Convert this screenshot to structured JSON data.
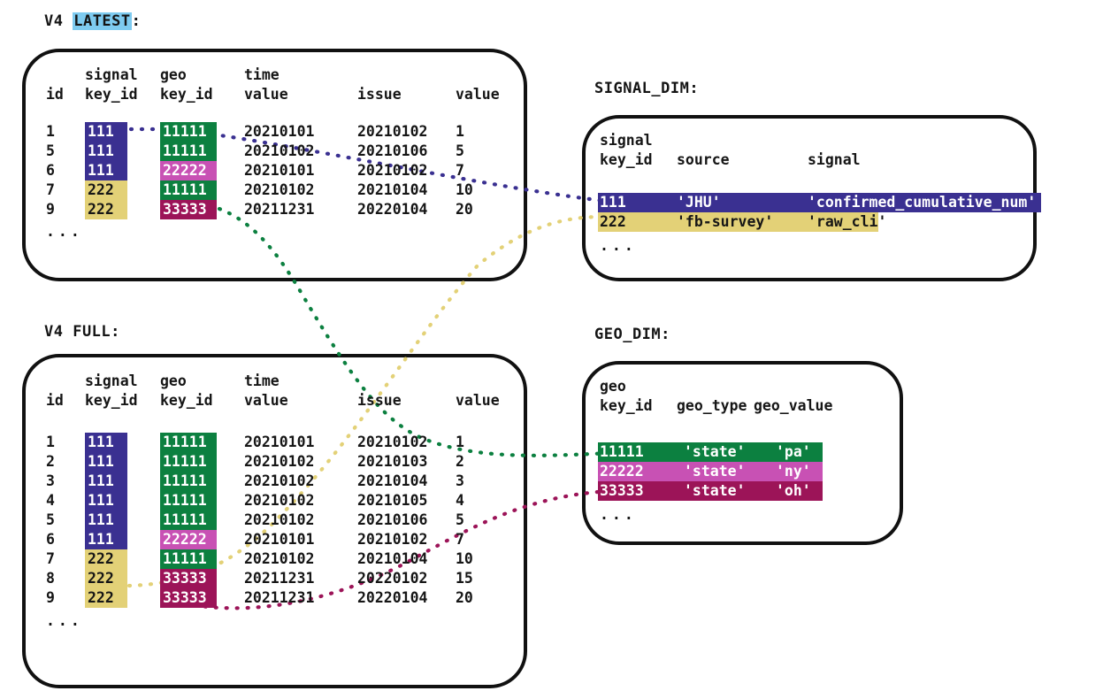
{
  "colors": {
    "signal_111": "#3a3091",
    "signal_222": "#e3d177",
    "geo_11111": "#0c8040",
    "geo_22222": "#c851b4",
    "geo_33333": "#9c1458",
    "latest_highlight": "#7ecbf0",
    "ink": "#141414",
    "link_blue": "#3a3091",
    "link_yellow": "#e3d177",
    "link_green": "#0c8040",
    "link_maroon": "#9c1458"
  },
  "captions": {
    "latest_prefix": "V4 ",
    "latest_word": "LATEST",
    "latest_suffix": ":",
    "full": "V4 FULL:",
    "signal_dim": "SIGNAL_DIM:",
    "geo_dim": "GEO_DIM:"
  },
  "latest_table": {
    "header_top": [
      "",
      "signal",
      "geo",
      "time",
      "",
      ""
    ],
    "header_bottom": [
      "id",
      "key_id",
      "key_id",
      "value",
      "issue",
      "value"
    ],
    "ellipsis": "...",
    "rows": [
      {
        "id": "1",
        "signal_key_id": "111",
        "geo_key_id": "11111",
        "time_value": "20210101",
        "issue": "20210102",
        "value": "1"
      },
      {
        "id": "5",
        "signal_key_id": "111",
        "geo_key_id": "11111",
        "time_value": "20210102",
        "issue": "20210106",
        "value": "5"
      },
      {
        "id": "6",
        "signal_key_id": "111",
        "geo_key_id": "22222",
        "time_value": "20210101",
        "issue": "20210102",
        "value": "7"
      },
      {
        "id": "7",
        "signal_key_id": "222",
        "geo_key_id": "11111",
        "time_value": "20210102",
        "issue": "20210104",
        "value": "10"
      },
      {
        "id": "9",
        "signal_key_id": "222",
        "geo_key_id": "33333",
        "time_value": "20211231",
        "issue": "20220104",
        "value": "20"
      }
    ]
  },
  "full_table": {
    "header_top": [
      "",
      "signal",
      "geo",
      "time",
      "",
      ""
    ],
    "header_bottom": [
      "id",
      "key_id",
      "key_id",
      "value",
      "issue",
      "value"
    ],
    "ellipsis": "...",
    "rows": [
      {
        "id": "1",
        "signal_key_id": "111",
        "geo_key_id": "11111",
        "time_value": "20210101",
        "issue": "20210102",
        "value": "1"
      },
      {
        "id": "2",
        "signal_key_id": "111",
        "geo_key_id": "11111",
        "time_value": "20210102",
        "issue": "20210103",
        "value": "2"
      },
      {
        "id": "3",
        "signal_key_id": "111",
        "geo_key_id": "11111",
        "time_value": "20210102",
        "issue": "20210104",
        "value": "3"
      },
      {
        "id": "4",
        "signal_key_id": "111",
        "geo_key_id": "11111",
        "time_value": "20210102",
        "issue": "20210105",
        "value": "4"
      },
      {
        "id": "5",
        "signal_key_id": "111",
        "geo_key_id": "11111",
        "time_value": "20210102",
        "issue": "20210106",
        "value": "5"
      },
      {
        "id": "6",
        "signal_key_id": "111",
        "geo_key_id": "22222",
        "time_value": "20210101",
        "issue": "20210102",
        "value": "7"
      },
      {
        "id": "7",
        "signal_key_id": "222",
        "geo_key_id": "11111",
        "time_value": "20210102",
        "issue": "20210104",
        "value": "10"
      },
      {
        "id": "8",
        "signal_key_id": "222",
        "geo_key_id": "33333",
        "time_value": "20211231",
        "issue": "20220102",
        "value": "15"
      },
      {
        "id": "9",
        "signal_key_id": "222",
        "geo_key_id": "33333",
        "time_value": "20211231",
        "issue": "20220104",
        "value": "20"
      }
    ]
  },
  "signal_dim": {
    "header_top": "signal",
    "header_bottom": [
      "key_id",
      "source",
      "signal"
    ],
    "ellipsis": "...",
    "rows": [
      {
        "key_id": "111",
        "source": "'JHU'",
        "signal": "'confirmed_cumulative_num'"
      },
      {
        "key_id": "222",
        "source": "'fb-survey'",
        "signal": "'raw_cli'"
      }
    ]
  },
  "geo_dim": {
    "header_top": "geo",
    "header_bottom": [
      "key_id",
      "geo_type",
      "geo_value"
    ],
    "ellipsis": "...",
    "rows": [
      {
        "key_id": "11111",
        "geo_type": "'state'",
        "geo_value": "'pa'"
      },
      {
        "key_id": "22222",
        "geo_type": "'state'",
        "geo_value": "'ny'"
      },
      {
        "key_id": "33333",
        "geo_type": "'state'",
        "geo_value": "'oh'"
      }
    ]
  }
}
